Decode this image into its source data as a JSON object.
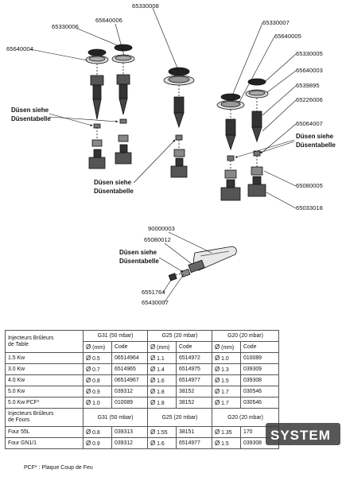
{
  "diagram": {
    "part_numbers": {
      "p65330008": "65330008",
      "p65330006": "65330006",
      "p65640006": "65640006",
      "p65640004": "65640004",
      "p65330007": "65330007",
      "p65640005": "65640005",
      "p65330005": "65330005",
      "p65640003": "65640003",
      "p6539895": "6539895",
      "p65226006": "65226006",
      "p65064007": "65064007",
      "p65080005": "65080005",
      "p65033018": "65033018",
      "p90000003": "90000003",
      "p65080012": "65080012",
      "p6551764": "6551764",
      "p65430007": "65430007"
    },
    "notes": {
      "dusen_line1": "Düsen siehe",
      "dusen_line2": "Düsentabelle"
    }
  },
  "table": {
    "section1_header_line1": "Injecteurs Brûleurs",
    "section1_header_line2": "de Table",
    "section2_header_line1": "Injecteurs Brûleurs",
    "section2_header_line2": "de Fours",
    "gases": [
      "G31 (50 mbar)",
      "G25 (20 mbar)",
      "G20 (20 mbar)"
    ],
    "diameter_symbol": "Ø",
    "mm_label": "(mm)",
    "code_label": "Code",
    "rows1": [
      {
        "label": "1.5 Kw",
        "g31_mm": "0.5",
        "g31_code": "06514964",
        "g25_mm": "1.1",
        "g25_code": "6514972",
        "g20_mm": "1.0",
        "g20_code": "010089"
      },
      {
        "label": "3.0 Kw",
        "g31_mm": "0.7",
        "g31_code": "6514965",
        "g25_mm": "1.4",
        "g25_code": "6514975",
        "g20_mm": "1.3",
        "g20_code": "039309"
      },
      {
        "label": "4.0 Kw",
        "g31_mm": "0.8",
        "g31_code": "06514967",
        "g25_mm": "1.6",
        "g25_code": "6514977",
        "g20_mm": "1.5",
        "g20_code": "039308"
      },
      {
        "label": "5.0 Kw",
        "g31_mm": "0.9",
        "g31_code": "039312",
        "g25_mm": "1.8",
        "g25_code": "38152",
        "g20_mm": "1.7",
        "g20_code": "030546"
      },
      {
        "label": "5.0 Kw PCF*",
        "g31_mm": "1.0",
        "g31_code": "010089",
        "g25_mm": "1.8",
        "g25_code": "38152",
        "g20_mm": "1.7",
        "g20_code": "030546"
      }
    ],
    "rows2": [
      {
        "label": "Four 55L",
        "g31_mm": "0.8",
        "g31_code": "039313",
        "g25_mm": "1.55",
        "g25_code": "38151",
        "g20_mm": "1.35",
        "g20_code": "170"
      },
      {
        "label": "Four GN1/1",
        "g31_mm": "0.9",
        "g31_code": "039312",
        "g25_mm": "1.6",
        "g25_code": "6514977",
        "g20_mm": "1.5",
        "g20_code": "039308"
      }
    ]
  },
  "footnote": "PCF* : Plaque Coup de Feu",
  "logo": {
    "text": "SYSTEM"
  }
}
